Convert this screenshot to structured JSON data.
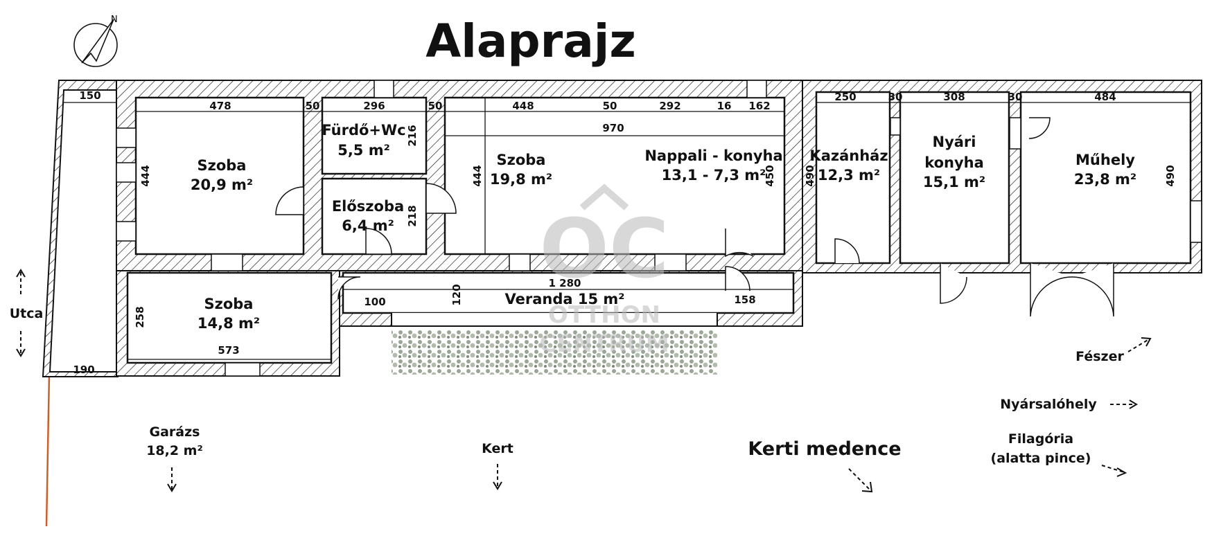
{
  "title": "Alaprajz",
  "rooms": [
    {
      "name": "Szoba",
      "area": "20,9 m²"
    },
    {
      "name": "Fürdő+Wc",
      "area": "5,5 m²"
    },
    {
      "name": "Előszoba",
      "area": "6,4 m²"
    },
    {
      "name": "Szoba",
      "area": "19,8 m²"
    },
    {
      "name": "Nappali - konyha",
      "area": "13,1 - 7,3 m²"
    },
    {
      "name": "Kazánház",
      "area": "12,3 m²"
    },
    {
      "name": "Nyári",
      "name2": "konyha",
      "area": "15,1 m²"
    },
    {
      "name": "Műhely",
      "area": "23,8 m²"
    },
    {
      "name": "Szoba",
      "area": "14,8 m²"
    },
    {
      "name": "Veranda 15 m²"
    }
  ],
  "dimensions": {
    "d150": "150",
    "d478": "478",
    "d50a": "50",
    "d296": "296",
    "d50b": "50",
    "d448": "448",
    "d50c": "50",
    "d292": "292",
    "d16": "16",
    "d162": "162",
    "d970": "970",
    "d250": "250",
    "d30a": "30",
    "d308": "308",
    "d30b": "30",
    "d484": "484",
    "d444a": "444",
    "d216": "216",
    "d218": "218",
    "d444b": "444",
    "d450": "450",
    "d490a": "490",
    "d490b": "490",
    "d1280": "1 280",
    "d120": "120",
    "d100": "100",
    "d158": "158",
    "d258": "258",
    "d573": "573",
    "d190": "190"
  },
  "outside": {
    "utca": "Utca",
    "garazs": "Garázs",
    "garazs_area": "18,2 m²",
    "kert": "Kert",
    "kerti_medence": "Kerti medence",
    "feszer": "Fészer",
    "nyarsalohely": "Nyársalóhely",
    "filagoria": "Filagória",
    "filagoria_note": "(alatta pince)"
  },
  "watermark": {
    "logo": "OC",
    "line1": "OTTHON",
    "line2": "CENTRUM"
  },
  "colors": {
    "wall_outline": "#111111",
    "fence": "#c8602a",
    "watermark": "#b9b9b9",
    "plants": "#8e9c8a"
  }
}
